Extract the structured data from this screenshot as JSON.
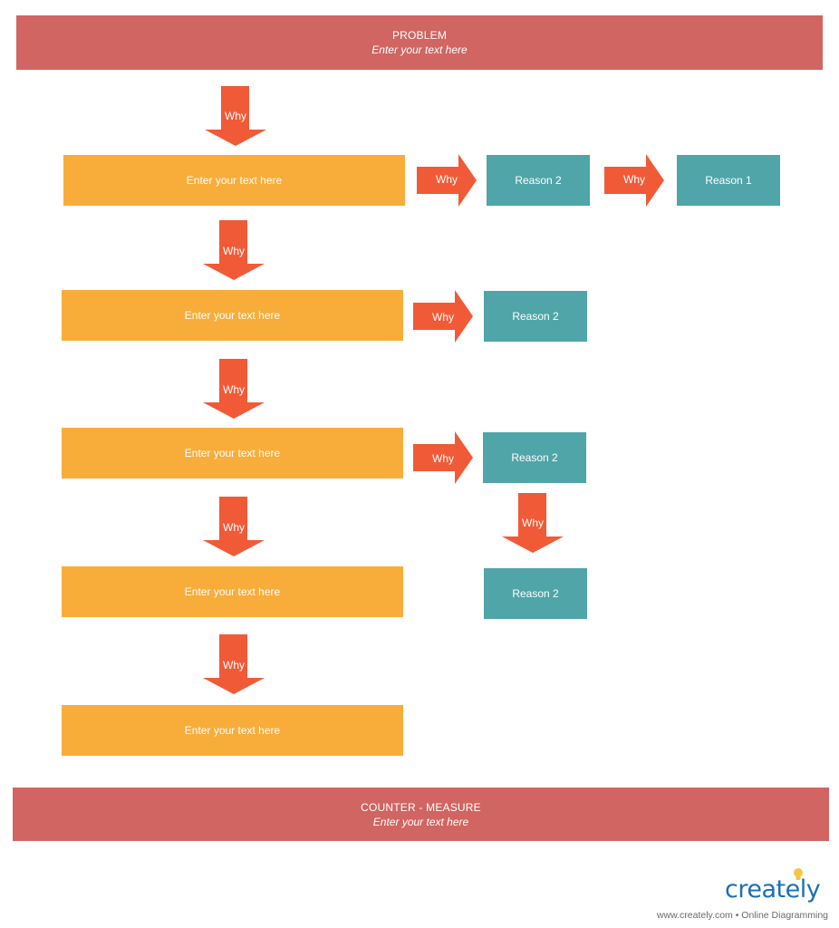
{
  "problem": {
    "title": "PROBLEM",
    "text": "Enter your text here"
  },
  "counter_measure": {
    "title": "COUNTER - MEASURE",
    "text": "Enter your text here"
  },
  "why_label": "Why",
  "steps": [
    {
      "text": "Enter your text here"
    },
    {
      "text": "Enter your text here"
    },
    {
      "text": "Enter your text here"
    },
    {
      "text": "Enter your text here"
    },
    {
      "text": "Enter your text here"
    }
  ],
  "reasons": {
    "row1_a": "Reason 2",
    "row1_b": "Reason 1",
    "row2": "Reason 2",
    "row3": "Reason 2",
    "row3_below": "Reason 2"
  },
  "brand": {
    "name": "creately",
    "tagline": "www.creately.com • Online Diagramming"
  },
  "colors": {
    "banner": "#d06561",
    "step": "#f8ad3a",
    "reason": "#4fa5a8",
    "arrow": "#f15a37"
  }
}
